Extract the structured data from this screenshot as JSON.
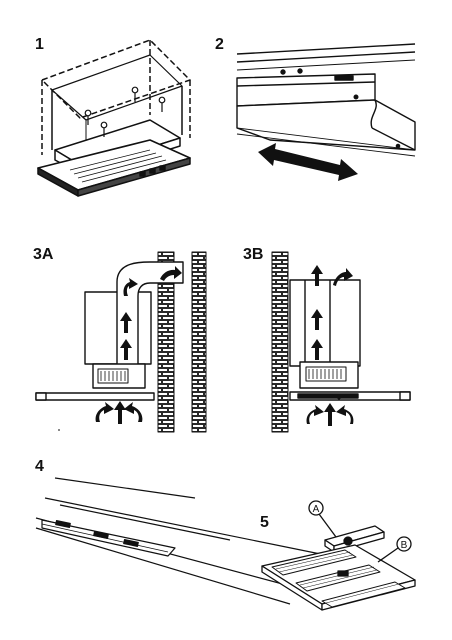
{
  "steps": {
    "s1": "1",
    "s2": "2",
    "s3a": "3A",
    "s3b": "3B",
    "s4": "4",
    "s5": "5"
  },
  "callouts": {
    "a": "A",
    "b": "B"
  },
  "colors": {
    "ink": "#111111",
    "paper": "#ffffff"
  }
}
